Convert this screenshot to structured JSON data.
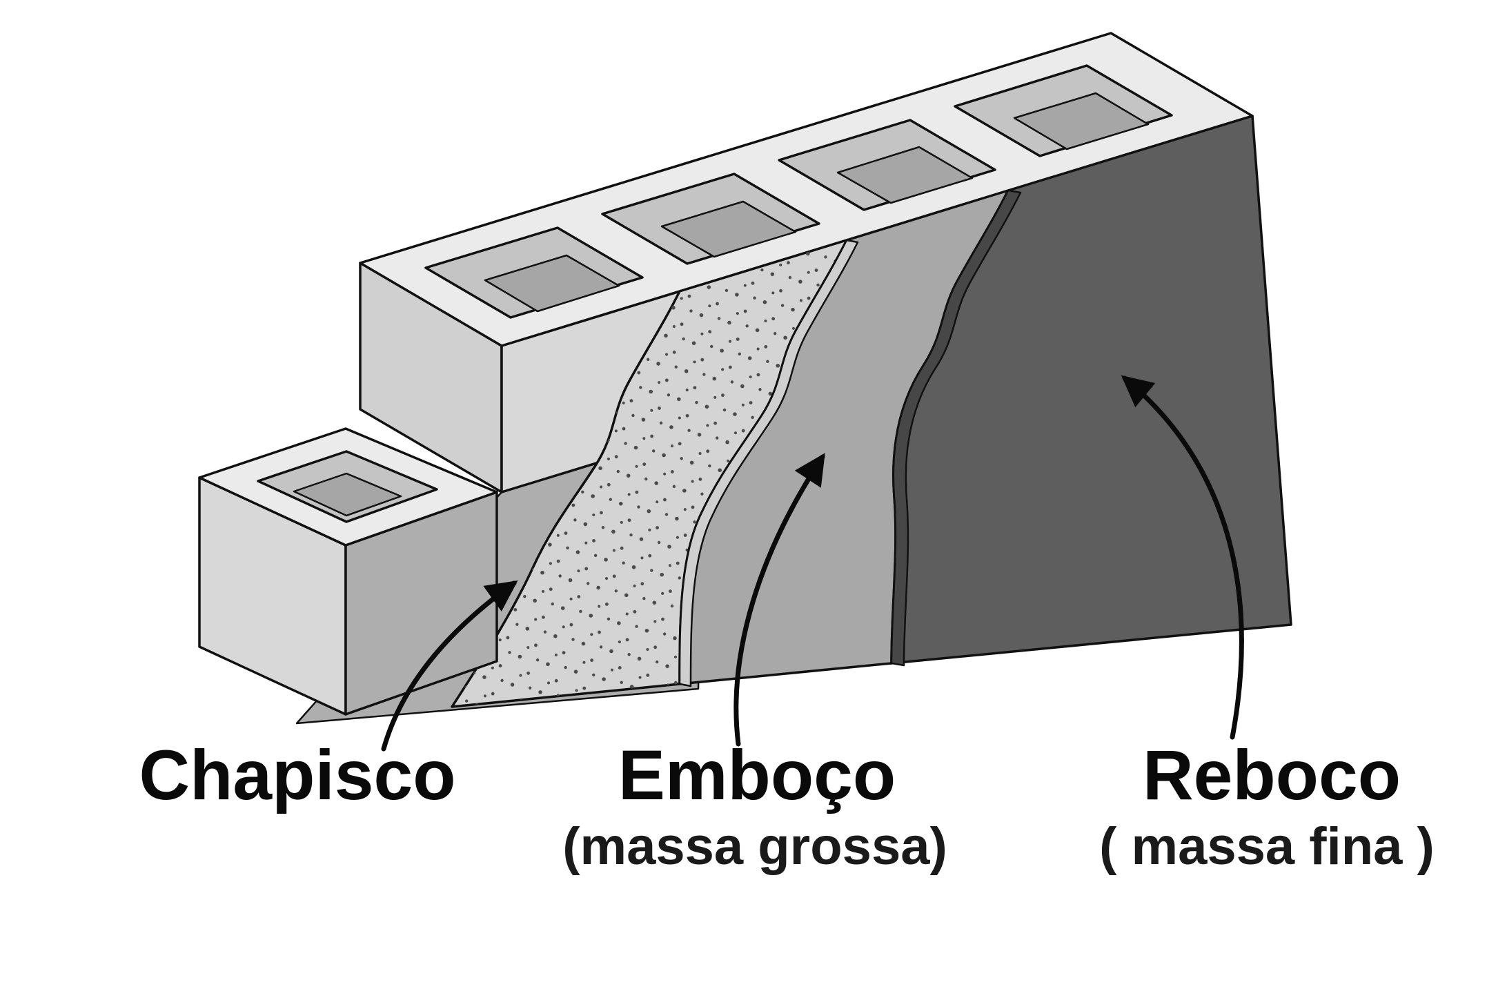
{
  "diagram": {
    "background": "#ffffff",
    "outline_color": "#111111",
    "block": {
      "top_color": "#ebebeb",
      "face_color": "#d8d8d8",
      "end_color": "#d0d0d0",
      "hole_wall_color": "#c4c4c4",
      "hole_inner_color": "#a6a6a6",
      "bed_color": "#aeaeae"
    },
    "layers": [
      {
        "id": "chapisco",
        "label": "Chapisco",
        "sublabel": "",
        "color": "#d4d4d4",
        "texture": "stippled"
      },
      {
        "id": "emboco",
        "label": "Emboço",
        "sublabel": "(massa grossa)",
        "color": "#a8a8a8",
        "edge_color": "#cfcfcf",
        "sublabel_color": "#1a1a1a"
      },
      {
        "id": "reboco",
        "label": "Reboco",
        "sublabel": "( massa fina )",
        "color": "#5e5e5e",
        "edge_color": "#474747",
        "sublabel_color": "#3c3c3c"
      }
    ]
  }
}
